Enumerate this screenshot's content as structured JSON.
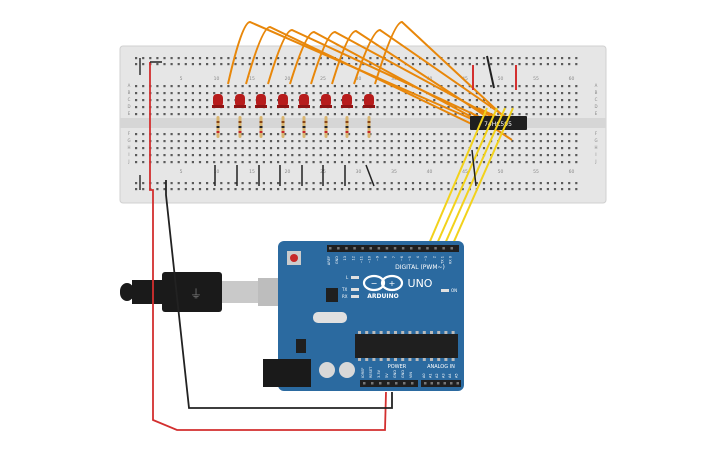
{
  "breadboard": {
    "column_labels_top": [
      "5",
      "10",
      "15",
      "20",
      "25",
      "30",
      "35",
      "40",
      "45",
      "50",
      "55",
      "60"
    ],
    "column_labels_bottom": [
      "5",
      "10",
      "15",
      "20",
      "25",
      "30",
      "35",
      "40",
      "45",
      "50",
      "55",
      "60"
    ],
    "row_labels_upper": [
      "A",
      "B",
      "C",
      "D",
      "E"
    ],
    "row_labels_lower": [
      "F",
      "G",
      "H",
      "I",
      "J"
    ]
  },
  "chip": {
    "label": "74HC595"
  },
  "leds": {
    "count": 8,
    "color": "#b71c1c"
  },
  "arduino": {
    "brand": "ARDUINO",
    "model": "UNO",
    "digital_label": "DIGITAL (PWM~)",
    "power_label": "POWER",
    "analog_label": "ANALOG IN",
    "on_label": "ON",
    "tx_label": "TX",
    "rx_label": "RX",
    "l_label": "L",
    "digital_pins": [
      "AREF",
      "GND",
      "13",
      "12",
      "~11",
      "~10",
      "~9",
      "8",
      "7",
      "~6",
      "~5",
      "4",
      "~3",
      "2",
      "TX 1",
      "RX 0"
    ],
    "power_pins": [
      "IOREF",
      "RESET",
      "3.3V",
      "5V",
      "GND",
      "GND",
      "VIN"
    ],
    "analog_pins": [
      "A0",
      "A1",
      "A2",
      "A3",
      "A4",
      "A5"
    ]
  },
  "colors": {
    "wire_orange": "#e8870a",
    "wire_yellow": "#f2d21b",
    "wire_red": "#d32f2f",
    "wire_black": "#222222",
    "board_blue": "#2b6aa0",
    "breadboard": "#e6e6e6"
  }
}
